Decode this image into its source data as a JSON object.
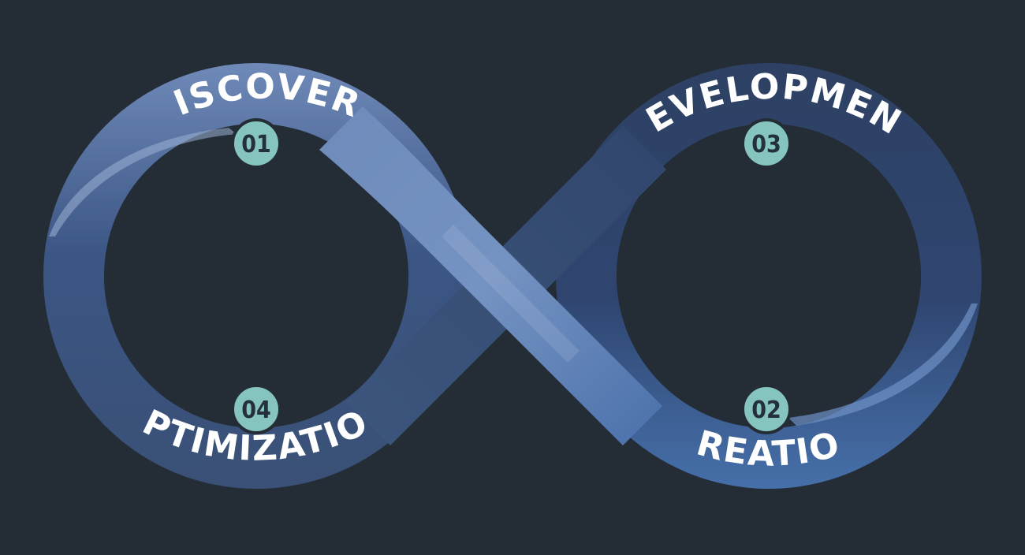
{
  "colors": {
    "background": "#242d36",
    "band_light": "#7a97c4",
    "band_mid": "#4a6fa8",
    "band_dark": "#2f4366",
    "badge": "#86c5bf",
    "badge_text": "#24313d",
    "label_text": "#ffffff"
  },
  "stages": [
    {
      "number": "01",
      "label": "DISCOVERY"
    },
    {
      "number": "02",
      "label": "CREATION"
    },
    {
      "number": "03",
      "label": "DEVELOPMENT"
    },
    {
      "number": "04",
      "label": "OPTIMIZATION"
    }
  ]
}
